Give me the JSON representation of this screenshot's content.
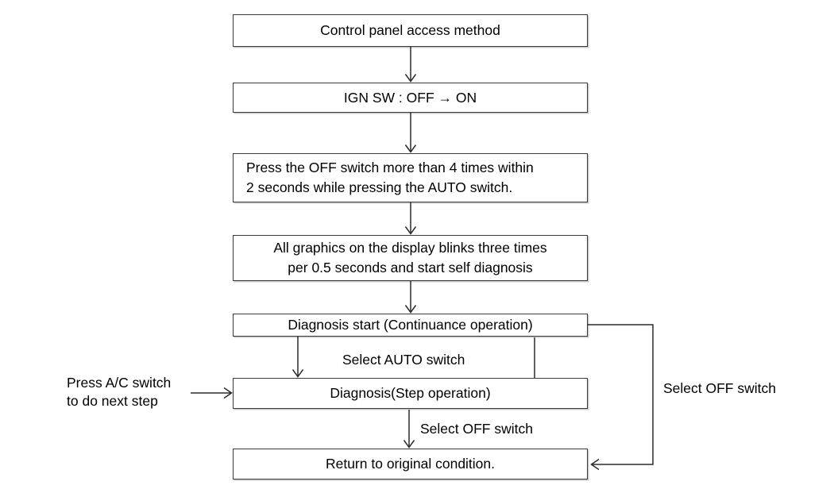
{
  "diagram": {
    "title": "Control panel access method self diagnosis flow",
    "type": "flowchart",
    "background_color": "#ffffff",
    "line_color": "#2b2b2b",
    "text_color": "#000000"
  },
  "nodes": [
    {
      "id": "node-1",
      "text": "Control panel access method",
      "align": "center"
    },
    {
      "id": "node-2",
      "text": "IGN SW : OFF → ON",
      "align": "center"
    },
    {
      "id": "node-3",
      "text": "Press the OFF switch more than 4 times within\n2 seconds while pressing the AUTO switch.",
      "align": "left"
    },
    {
      "id": "node-4",
      "text": "All graphics on the display blinks three times\nper 0.5 seconds and start self diagnosis",
      "align": "center"
    },
    {
      "id": "node-5",
      "text": "Diagnosis start (Continuance operation)",
      "align": "center"
    },
    {
      "id": "node-6",
      "text": "Diagnosis(Step operation)",
      "align": "center"
    },
    {
      "id": "node-7",
      "text": "Return to original condition.",
      "align": "center"
    }
  ],
  "edge_labels": {
    "select_auto_switch": "Select AUTO switch",
    "select_off_switch_middle": "Select OFF switch",
    "select_off_switch_right": "Select OFF switch",
    "press_ac_switch": "Press A/C switch\nto do next step"
  }
}
